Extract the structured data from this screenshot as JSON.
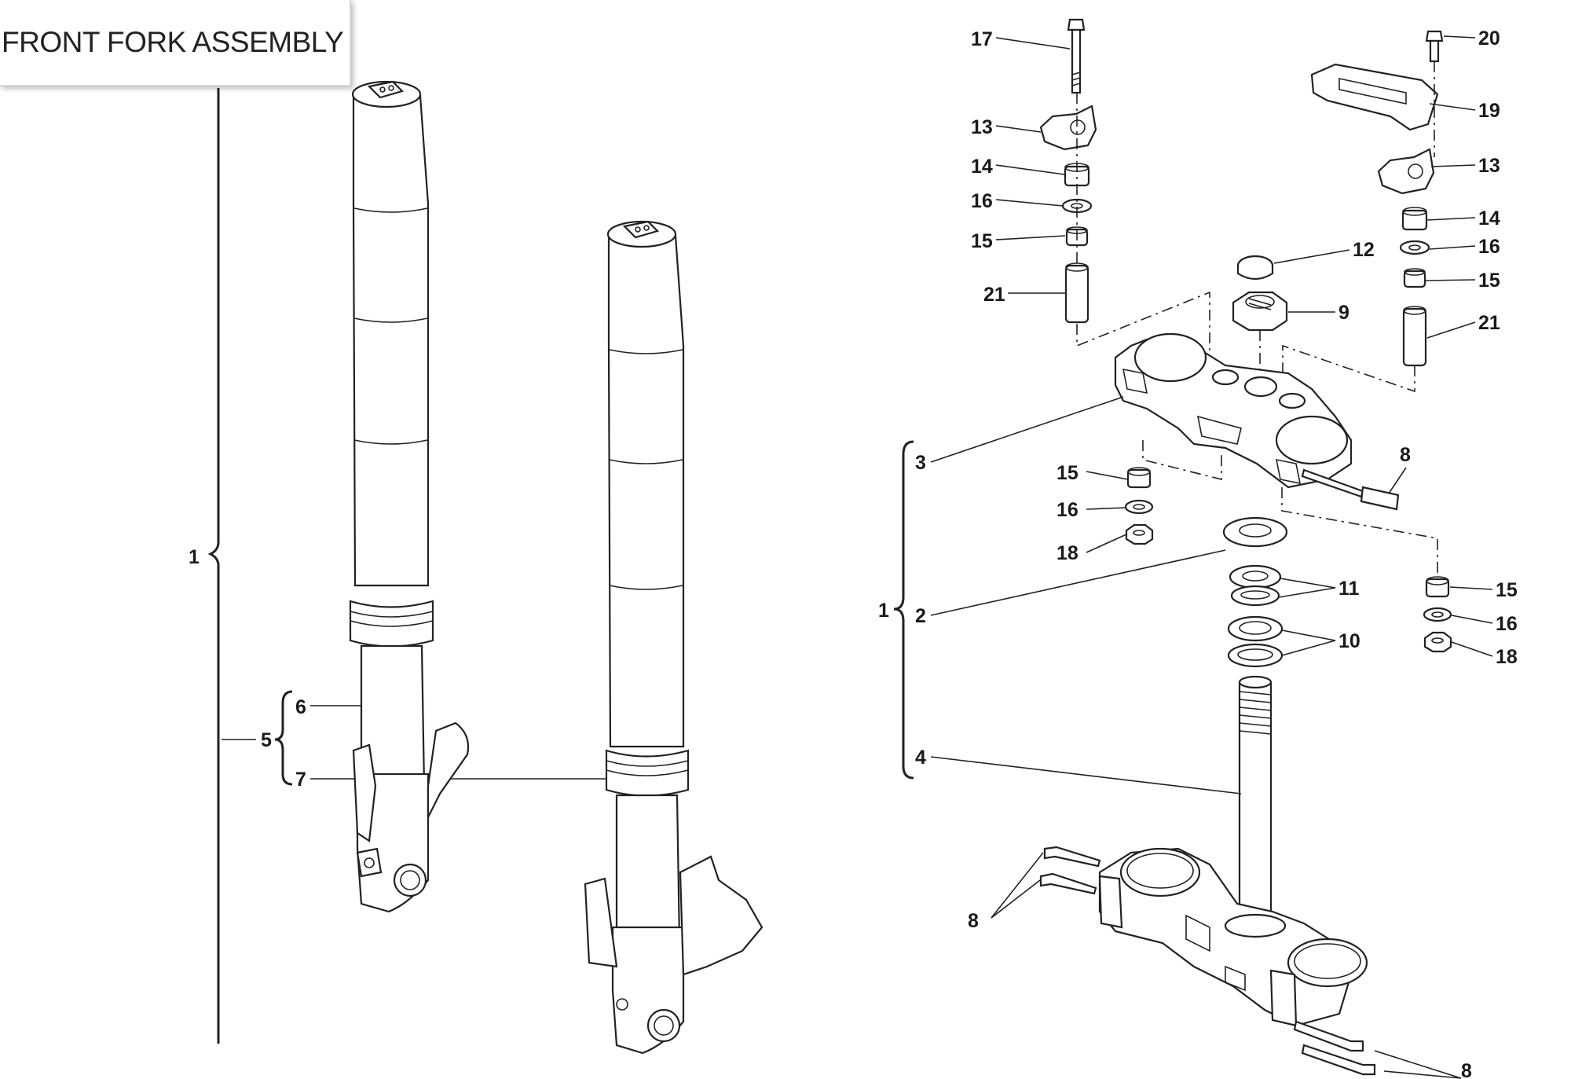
{
  "title": "FRONT FORK ASSEMBLY",
  "callouts": {
    "c1_left": "1",
    "c5": "5",
    "c6": "6",
    "c7": "7",
    "c17": "17",
    "c13_left": "13",
    "c14_left": "14",
    "c16_left": "16",
    "c15_left": "15",
    "c21_left": "21",
    "c20": "20",
    "c19": "19",
    "c13_right": "13",
    "c14_right": "14",
    "c16_right": "16",
    "c15_right": "15",
    "c21_right": "21",
    "c12": "12",
    "c9": "9",
    "c8_top": "8",
    "c3": "3",
    "c15_mid": "15",
    "c16_mid": "16",
    "c18_mid": "18",
    "c1_right": "1",
    "c2": "2",
    "c11": "11",
    "c10": "10",
    "c15_low": "15",
    "c16_low": "16",
    "c18_low": "18",
    "c4": "4",
    "c8_left": "8",
    "c8_bottom": "8"
  }
}
